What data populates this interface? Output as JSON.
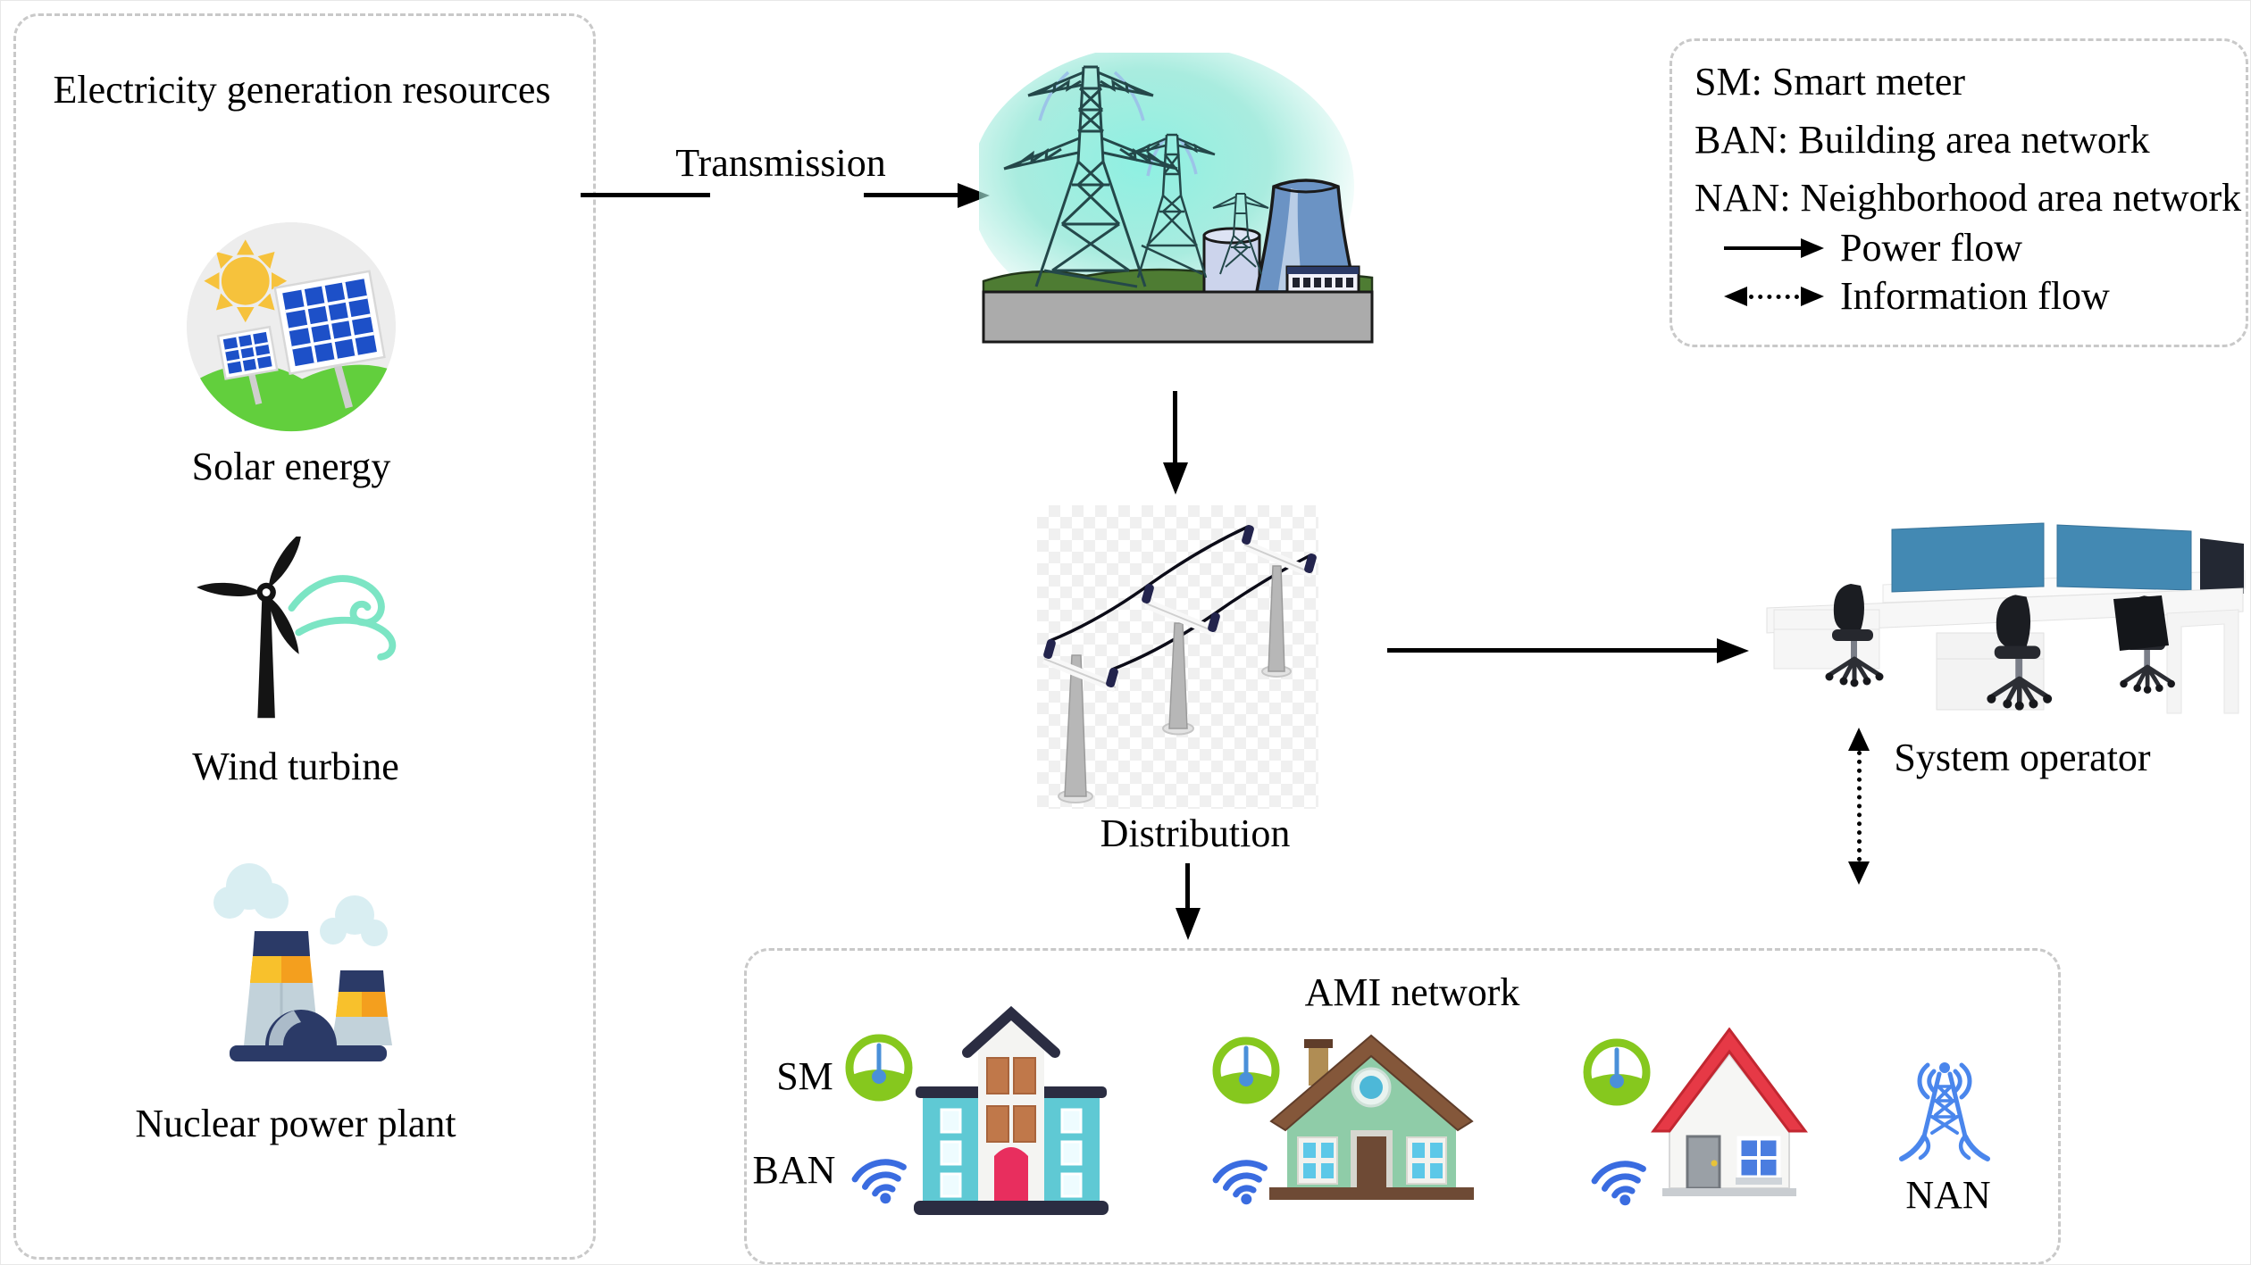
{
  "panel": {
    "title": "Electricity generation resources",
    "solar_label": "Solar energy",
    "wind_label": "Wind turbine",
    "nuclear_label": "Nuclear power plant"
  },
  "flow": {
    "transmission": "Transmission",
    "distribution": "Distribution",
    "system_operator": "System operator"
  },
  "legend": {
    "line1": "SM: Smart meter",
    "line2": "BAN: Building area network",
    "line3": "NAN: Neighborhood area network",
    "power_flow": "Power flow",
    "information_flow": "Information flow"
  },
  "ami": {
    "title": "AMI network",
    "sm": "SM",
    "ban": "BAN",
    "nan": "NAN"
  },
  "colors": {
    "arrow_black": "#000000",
    "dashed_border": "#c9c9c9",
    "smart_meter_green": "#86c81e",
    "wifi_blue": "#3a6ce0",
    "nan_blue": "#4a86ec",
    "glow_teal": "#8ee8dc",
    "cooling_tower_blue": "#6b93c4",
    "screen_blue": "#4389b3",
    "building_teal": "#5fc9d4",
    "building_door_red": "#e82e5e",
    "building_window_brown": "#c0784a",
    "house_wall_green": "#8fcca8",
    "house_roof_brown": "#84573a",
    "house_roof_red": "#e63946",
    "nuclear_navy": "#2b3a67",
    "nuclear_orange": "#f49f1e",
    "sun_yellow": "#f6c23c",
    "solar_panel_blue": "#1d50c8",
    "wind_swirl_mint": "#7ce5c4",
    "grass_green": "#4e7c33",
    "ground_gray": "#ababab"
  }
}
